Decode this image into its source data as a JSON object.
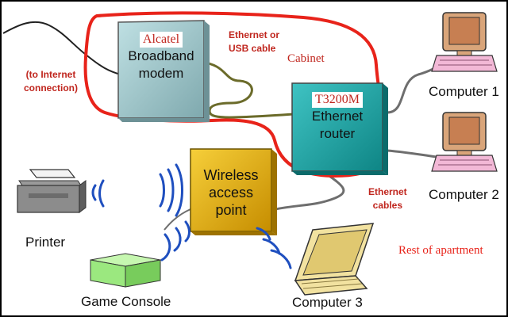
{
  "devices": {
    "modem": {
      "brand": "Alcatel",
      "line1": "Broadband",
      "line2": "modem"
    },
    "router": {
      "brand": "T3200M",
      "line1": "Ethernet",
      "line2": "router"
    },
    "access_point": {
      "line1": "Wireless",
      "line2": "access",
      "line3": "point"
    }
  },
  "labels": {
    "internet_line1": "(to Internet",
    "internet_line2": "connection)",
    "cable_line1": "Ethernet or",
    "cable_line2": "USB cable",
    "cabinet": "Cabinet",
    "ethernet_cables_line1": "Ethernet",
    "ethernet_cables_line2": "cables",
    "rest_of_apartment": "Rest of apartment"
  },
  "endpoints": {
    "computer1": "Computer 1",
    "computer2": "Computer 2",
    "computer3": "Computer 3",
    "printer": "Printer",
    "game_console": "Game Console"
  },
  "colors": {
    "cabinet_outline": "#e8231a",
    "annotation_red": "#c0261e",
    "modem_box": "#9fc6cc",
    "router_box": "#1aa3a3",
    "access_point_box": "#d9a400",
    "wireless_waves": "#1f4fbf",
    "cable_olive": "#6b6b2a",
    "cable_gray": "#6e6e6e",
    "computer_beige": "#d9a57a",
    "computer_pink": "#f2b8d6",
    "console_green": "#9be87f",
    "laptop_yellow": "#f2e2a0"
  }
}
